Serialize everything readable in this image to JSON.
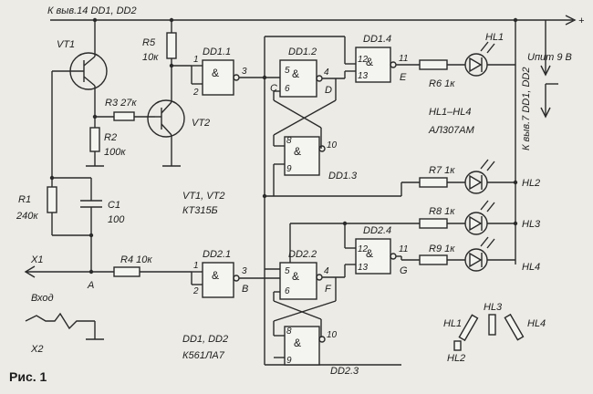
{
  "figure_caption": "Рис. 1",
  "supply": {
    "top_note": "К выв.14  DD1, DD2",
    "plus": "+",
    "voltage": "Uпит 9 В",
    "side_note": "К выв.7 DD1, DD2"
  },
  "components": {
    "VT1": "VT1",
    "VT2": "VT2",
    "R1": "R1",
    "R1_val": "240к",
    "R2": "R2",
    "R2_val": "100к",
    "R3": "R3 27к",
    "R4": "R4 10к",
    "R5": "R5",
    "R5_val": "10к",
    "R6": "R6 1к",
    "R7": "R7 1к",
    "R8": "R8 1к",
    "R9": "R9 1к",
    "C1": "C1",
    "C1_val": "100",
    "transistor_note": "VT1, VT2",
    "transistor_type": "КТ315Б",
    "led_note": "HL1–HL4",
    "led_type": "АЛ307АМ",
    "HL1": "HL1",
    "HL2": "HL2",
    "HL3": "HL3",
    "HL4": "HL4"
  },
  "gates": {
    "DD1_1": "DD1.1",
    "DD1_2": "DD1.2",
    "DD1_3": "DD1.3",
    "DD1_4": "DD1.4",
    "DD2_1": "DD2.1",
    "DD2_2": "DD2.2",
    "DD2_3": "DD2.3",
    "DD2_4": "DD2.4",
    "ic_note": "DD1, DD2",
    "ic_type": "К561ЛА7",
    "amp": "&"
  },
  "pins": {
    "p1": "1",
    "p2": "2",
    "p3": "3",
    "p4": "4",
    "p5": "5",
    "p6": "6",
    "p8": "8",
    "p9": "9",
    "p10": "10",
    "p11": "11",
    "p12": "12",
    "p13": "13"
  },
  "nodes": {
    "A": "A",
    "B": "B",
    "C": "C",
    "D": "D",
    "E": "E",
    "F": "F",
    "G": "G"
  },
  "io": {
    "X1": "X1",
    "X2": "X2",
    "input": "Вход"
  },
  "led_layout": {
    "HL1": "HL1",
    "HL2": "HL2",
    "HL3": "HL3",
    "HL4": "HL4"
  }
}
